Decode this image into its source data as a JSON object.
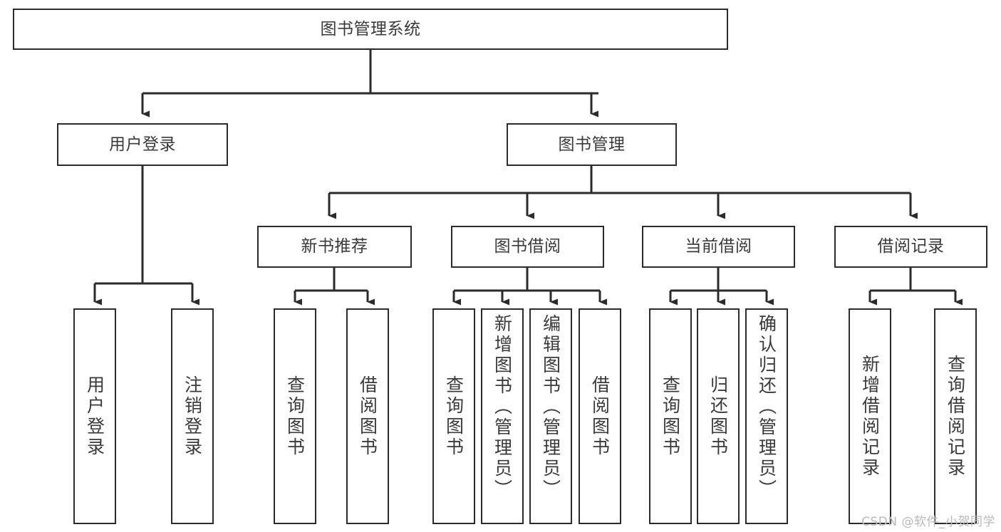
{
  "diagram": {
    "title": "图书管理系统",
    "type": "tree",
    "colors": {
      "background": "#ffffff",
      "box_border": "#2b2b2b",
      "box_fill": "#ffffff",
      "text": "#3a3a3a",
      "connector": "#2b2b2b",
      "watermark": "#b9b9b9"
    },
    "root": {
      "label": "图书管理系统"
    },
    "level2": [
      {
        "label": "用户登录"
      },
      {
        "label": "图书管理"
      }
    ],
    "level3": [
      {
        "label": "新书推荐"
      },
      {
        "label": "图书借阅"
      },
      {
        "label": "当前借阅"
      },
      {
        "label": "借阅记录"
      }
    ],
    "leaves": {
      "user_login": [
        {
          "label": "用户登录"
        },
        {
          "label": "注销登录"
        }
      ],
      "new_book": [
        {
          "label": "查询图书"
        },
        {
          "label": "借阅图书"
        }
      ],
      "book_borrow": [
        {
          "label": "查询图书"
        },
        {
          "label": "新增图书（管理员）"
        },
        {
          "label": "编辑图书（管理员）"
        },
        {
          "label": "借阅图书"
        }
      ],
      "current_borrow": [
        {
          "label": "查询图书"
        },
        {
          "label": "归还图书"
        },
        {
          "label": "确认归还（管理员）"
        }
      ],
      "borrow_record": [
        {
          "label": "新增借阅记录"
        },
        {
          "label": "查询借阅记录"
        }
      ]
    }
  },
  "watermark": {
    "text": "CSDN @软件_小贺同学"
  }
}
